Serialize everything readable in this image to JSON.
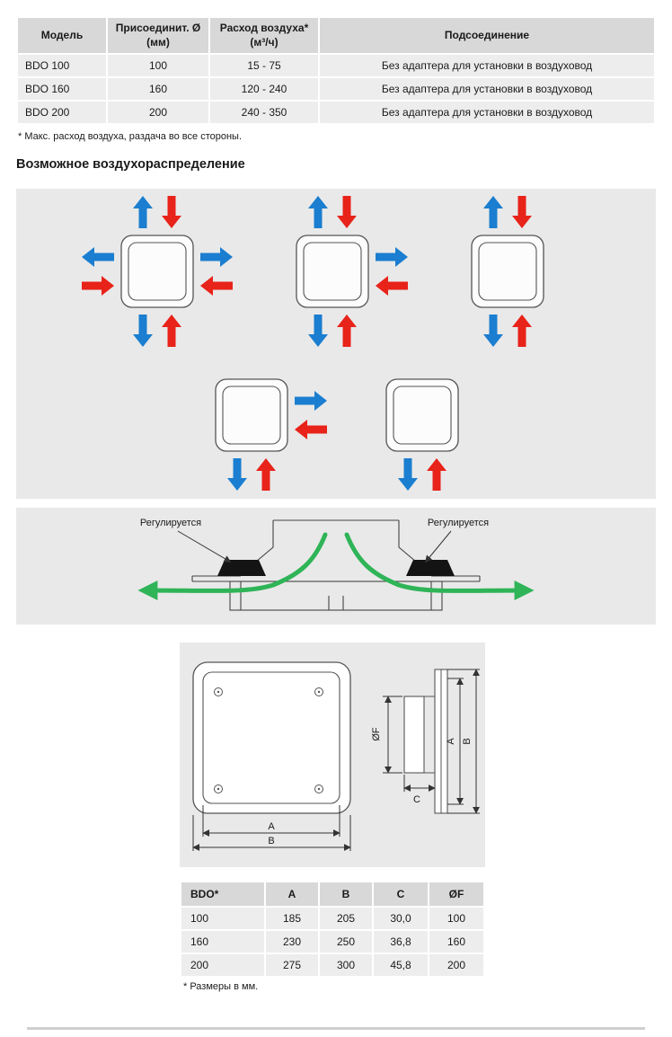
{
  "spec_table": {
    "headers": [
      "Модель",
      "Присоединит. Ø\n(мм)",
      "Расход воздуха*\n(м³/ч)",
      "Подсоединение"
    ],
    "rows": [
      [
        "BDO 100",
        "100",
        "15 - 75",
        "Без адаптера для установки в воздуховод"
      ],
      [
        "BDO 160",
        "160",
        "120 - 240",
        "Без адаптера для установки в воздуховод"
      ],
      [
        "BDO 200",
        "200",
        "240 - 350",
        "Без адаптера для установки в воздуховод"
      ]
    ],
    "footnote": "* Макс. расход воздуха, раздача во все стороны."
  },
  "section_title": "Возможное воздухораспределение",
  "cross_section": {
    "left_label": "Регулируется",
    "right_label": "Регулируется"
  },
  "dimension_labels": {
    "front_a": "A",
    "front_b": "B",
    "side_of": "ØF",
    "side_a": "A",
    "side_b": "B",
    "side_c": "C"
  },
  "dim_table": {
    "headers": [
      "BDO*",
      "A",
      "B",
      "C",
      "ØF"
    ],
    "rows": [
      [
        "100",
        "185",
        "205",
        "30,0",
        "100"
      ],
      [
        "160",
        "230",
        "250",
        "36,8",
        "160"
      ],
      [
        "200",
        "275",
        "300",
        "45,8",
        "200"
      ]
    ],
    "footnote": "* Размеры в мм."
  },
  "colors": {
    "supply_arrow": "#1b7ed0",
    "return_arrow": "#e8231a",
    "airflow_arrow": "#2fb457",
    "panel_bg": "#e9e9e9",
    "table_header_bg": "#d8d8d8",
    "table_row_bg": "#ededed"
  }
}
